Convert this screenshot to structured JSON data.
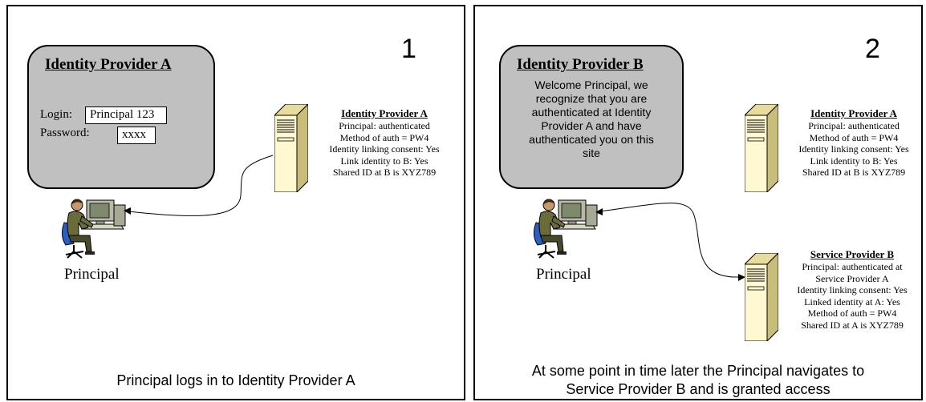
{
  "panel1": {
    "step_number": "1",
    "screen": {
      "title": "Identity Provider A",
      "login_label": "Login:",
      "login_value": "Principal 123",
      "password_label": "Password:",
      "password_value": "xxxx"
    },
    "server": {
      "title": "Identity Provider A",
      "lines": [
        "Principal: authenticated",
        "Method of auth = PW4",
        "Identity linking consent: Yes",
        "Link identity to B: Yes",
        "Shared ID at B is XYZ789"
      ]
    },
    "user_label": "Principal",
    "caption": "Principal logs in to Identity Provider A"
  },
  "panel2": {
    "step_number": "2",
    "screen": {
      "title": "Identity Provider B",
      "message_lines": [
        "Welcome Principal, we",
        "recognize that you are",
        "authenticated at Identity",
        "Provider A and have",
        "authenticated you on this",
        "site"
      ]
    },
    "server_a": {
      "title": "Identity Provider A",
      "lines": [
        "Principal: authenticated",
        "Method of auth = PW4",
        "Identity linking consent: Yes",
        "Link identity to B: Yes",
        "Shared ID at B is XYZ789"
      ]
    },
    "server_b": {
      "title": "Service Provider B",
      "lines": [
        "Principal: authenticated at",
        "Service Provider A",
        "Identity linking consent: Yes",
        "Linked identity at A: Yes",
        "Method of auth = PW4",
        "Shared ID at A is XYZ789"
      ]
    },
    "user_label": "Principal",
    "caption_lines": [
      "At some point in time later the Principal navigates to",
      "Service Provider B and is granted access"
    ]
  },
  "colors": {
    "screen_fill": "#c0c0c0",
    "server_fill": "#fff8d0",
    "desk_blue": "#2a5fc0",
    "person_olive": "#6b6b3a"
  }
}
